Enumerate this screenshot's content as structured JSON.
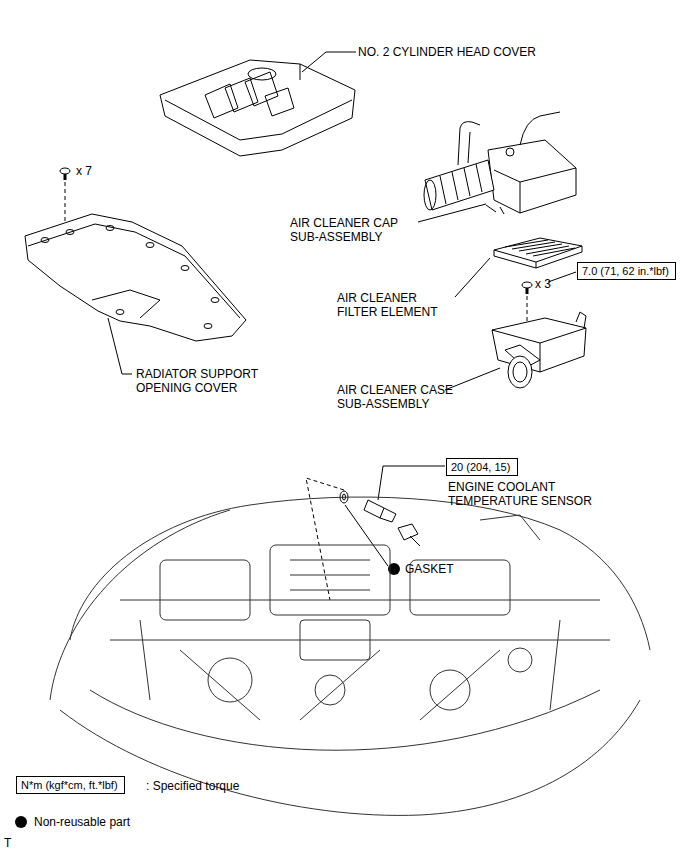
{
  "diagram": {
    "nodes": [
      {
        "text": [
          "7.0 (71, 62 in.*lbf)"
        ]
      },
      {
        "text": [
          "20 (204, 15)"
        ]
      },
      {
        "text": [
          "N*m (kgf*cm, ft.*lbf)"
        ]
      }
    ],
    "labels": [
      "NO. 2 CYLINDER HEAD COVER",
      "x 7",
      "AIR CLEANER CAP SUB-ASSEMBLY",
      "AIR CLEANER FILTER ELEMENT",
      "x 3",
      "RADIATOR SUPPORT OPENING COVER",
      "AIR CLEANER CASE SUB-ASSEMBLY",
      "ENGINE COOLANT TEMPERATURE SENSOR",
      "GASKET",
      "T"
    ],
    "legend": [
      {
        "text": ": Specified torque"
      },
      {
        "text": "Non-reusable part"
      }
    ]
  }
}
